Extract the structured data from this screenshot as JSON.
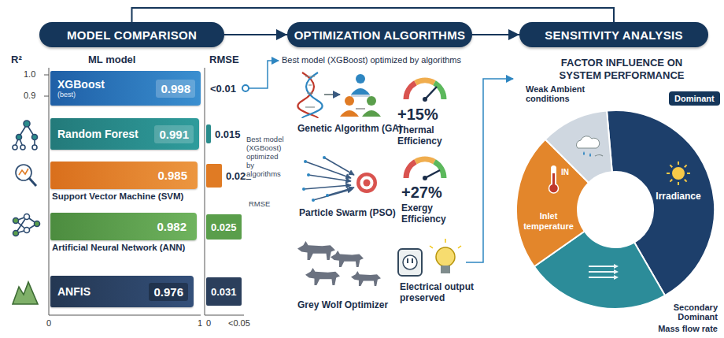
{
  "diagram": {
    "nodes": [
      {
        "text": [
          "MODEL COMPARISON"
        ]
      },
      {
        "text": [
          "OPTIMIZATION ALGORITHMS"
        ]
      },
      {
        "text": [
          "SENSITIVITY ANALYSIS"
        ]
      },
      {
        "text": [
          "XGBoost",
          "(best)",
          "0.998"
        ]
      },
      {
        "text": [
          "<0.01"
        ]
      },
      {
        "text": [
          "Random Forest",
          "0.991"
        ]
      },
      {
        "text": [
          "0.015"
        ]
      },
      {
        "text": [
          "0.985",
          "Support Vector Machine (SVM)"
        ]
      },
      {
        "text": [
          "0.022"
        ]
      },
      {
        "text": [
          "0.982",
          "Artificial Neural Network (ANN)"
        ]
      },
      {
        "text": [
          "0.025"
        ]
      },
      {
        "text": [
          "ANFIS",
          "0.976"
        ]
      },
      {
        "text": [
          "0.031"
        ]
      },
      {
        "text": [
          "Dominant",
          "Irradiance"
        ]
      },
      {
        "text": [
          "Secondary Dominant",
          "Mass flow rate"
        ]
      },
      {
        "text": [
          "IN",
          "Inlet temperature"
        ]
      },
      {
        "text": [
          "Weak Ambient conditions"
        ]
      }
    ],
    "edges": [
      {
        "from": 0,
        "to": 1,
        "arrow": "to"
      },
      {
        "from": 1,
        "to": 2,
        "arrow": "to"
      },
      {
        "from": 0,
        "to": 2,
        "arrow": "none"
      }
    ],
    "labels": [
      "R²",
      "ML model",
      "RMSE",
      "1.0",
      "0.9",
      "0",
      "1",
      "0",
      "<0.05",
      "Best model (XGBoost) optimized by algorithms",
      "Best model (XGBoost) optimized by algorithms",
      "RMSE",
      "Genetic Algorithm (GA)",
      "+15%",
      "Thermal Efficiency",
      "Particle Swarm (PSO)",
      "+27%",
      "Exergy Efficiency",
      "Grey Wolf Optimizer",
      "Electrical output preserved",
      "FACTOR INFLUENCE ON SYSTEM PERFORMANCE"
    ]
  }
}
